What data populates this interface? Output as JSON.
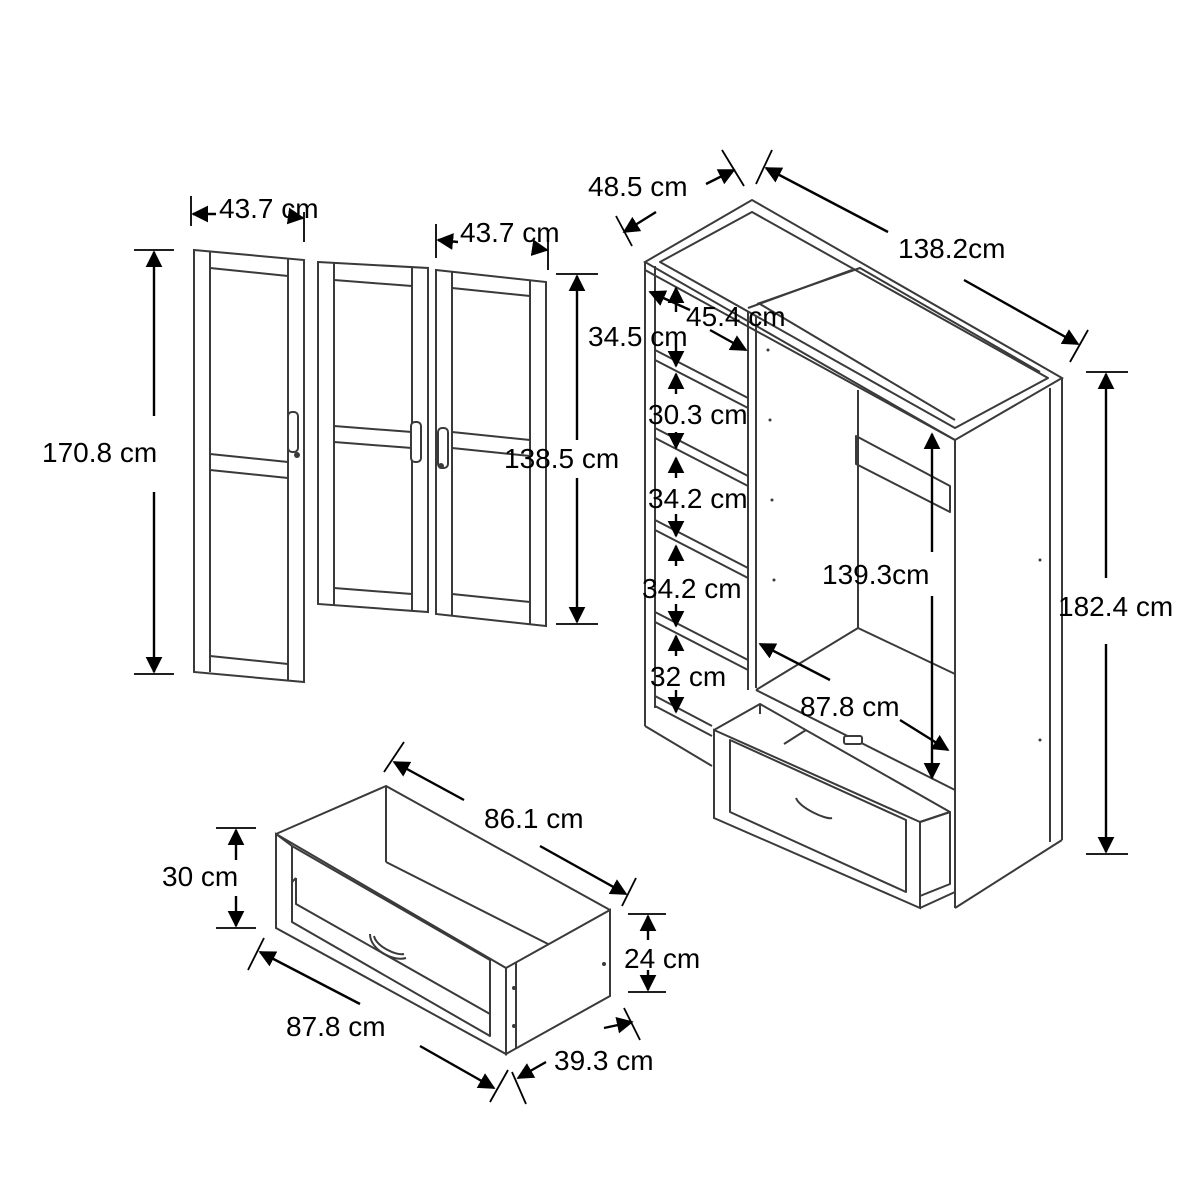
{
  "diagram": {
    "colors": {
      "line": "#3a3a3a",
      "dimension": "#000000",
      "background": "#ffffff"
    },
    "doors": {
      "left_door_width": "43.7 cm",
      "left_door_height": "170.8 cm",
      "right_doors_width": "43.7 cm",
      "right_doors_height": "138.5 cm"
    },
    "wardrobe": {
      "depth": "48.5 cm",
      "width": "138.2cm",
      "height": "182.4 cm",
      "shelf_depth": "45.4 cm",
      "hanging_height": "139.3cm",
      "inner_width": "87.8 cm",
      "shelf_gaps": [
        "34.5 cm",
        "30.3 cm",
        "34.2 cm",
        "34.2 cm",
        "32 cm"
      ]
    },
    "drawer": {
      "inner_length": "86.1 cm",
      "front_height": "30 cm",
      "side_height": "24 cm",
      "front_width": "87.8 cm",
      "depth": "39.3 cm"
    }
  }
}
